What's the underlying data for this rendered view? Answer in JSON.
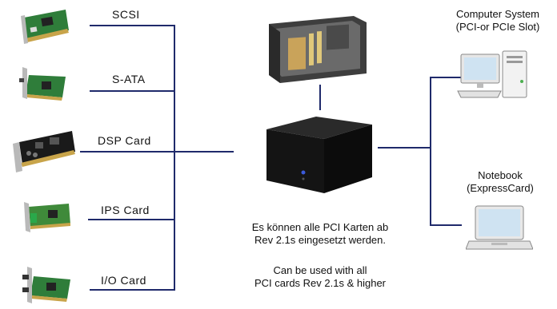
{
  "cards": [
    {
      "label": "SCSI",
      "icon": "scsi-card-icon"
    },
    {
      "label": "S-ATA",
      "icon": "sata-card-icon"
    },
    {
      "label": "DSP Card",
      "icon": "dsp-card-icon"
    },
    {
      "label": "IPS Card",
      "icon": "ips-card-icon"
    },
    {
      "label": "I/O Card",
      "icon": "io-card-icon"
    }
  ],
  "center": {
    "chassis_open_icon": "open-chassis-icon",
    "enclosure_icon": "expansion-box-icon",
    "note_de_line1": "Es können alle PCI Karten ab",
    "note_de_line2": "Rev 2.1s eingesetzt werden.",
    "note_en_line1": "Can be used with all",
    "note_en_line2": "PCI cards Rev 2.1s & higher"
  },
  "targets": {
    "computer_line1": "Computer System",
    "computer_line2": "(PCI-or PCIe Slot)",
    "notebook_line1": "Notebook",
    "notebook_line2": "(ExpressCard)"
  },
  "colors": {
    "line": "#1f2a6b",
    "pcb_green": "#2f7d3a",
    "bracket": "#b9b9b9",
    "box": "#141414"
  }
}
